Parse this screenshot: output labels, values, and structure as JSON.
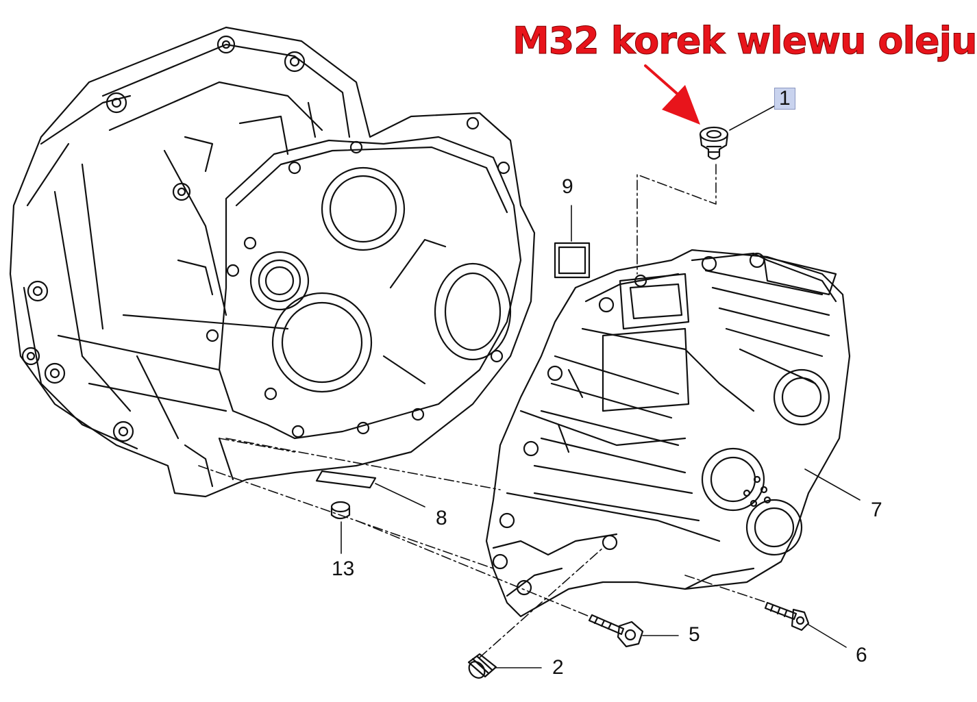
{
  "callout": {
    "text": "M32 korek wlewu oleju",
    "color": "#e8141b"
  },
  "parts": {
    "p1": "1",
    "p2": "2",
    "p5": "5",
    "p6": "6",
    "p7": "7",
    "p8": "8",
    "p9": "9",
    "p13": "13"
  },
  "colors": {
    "line": "#111111",
    "highlight": "#c9d3ee",
    "arrow": "#e8141b"
  }
}
